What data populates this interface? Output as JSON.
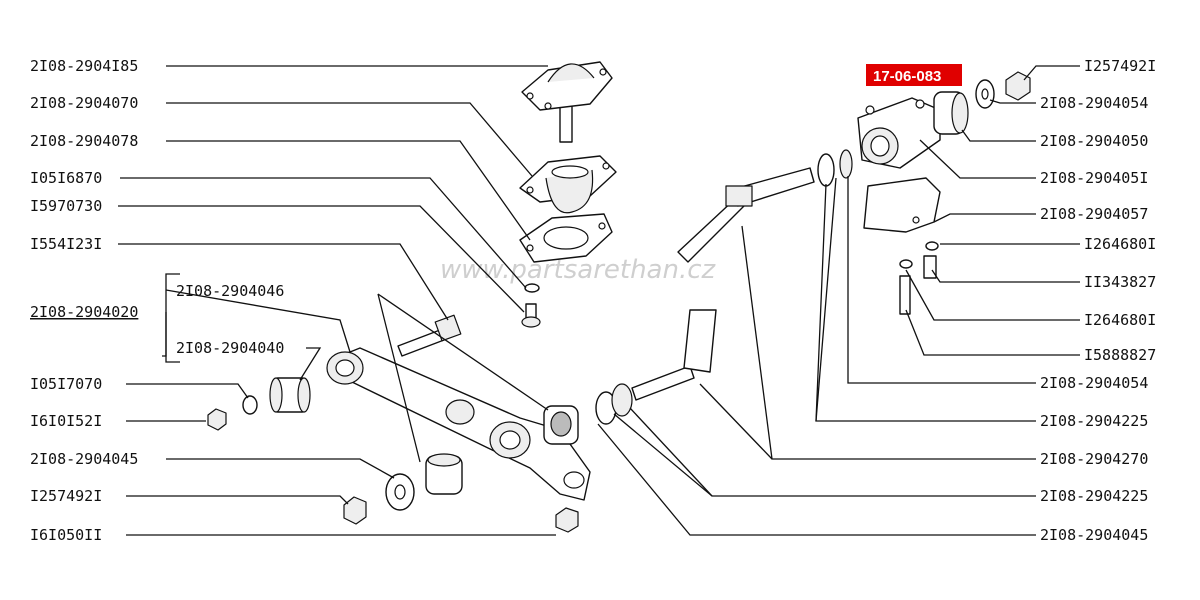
{
  "colors": {
    "badge": "#e00000",
    "ink": "#111111",
    "watermark": "#cfcfcf"
  },
  "badge": {
    "text": "17-06-083"
  },
  "watermark": {
    "text": "www.partsarethan.cz"
  },
  "group": {
    "label": "2I08-2904020",
    "members": [
      "2I08-2904046",
      "2I08-2904040"
    ]
  },
  "left_callouts": [
    "2I08-2904I85",
    "2I08-2904070",
    "2I08-2904078",
    "I05I6870",
    "I5970730",
    "I554I23I",
    "I05I7070",
    "I6I0I52I",
    "2I08-2904045",
    "I257492I",
    "I6I050II"
  ],
  "right_callouts": [
    "I257492I",
    "2I08-2904054",
    "2I08-2904050",
    "2I08-290405I",
    "2I08-2904057",
    "I264680I",
    "II343827",
    "I264680I",
    "I5888827",
    "2I08-2904054",
    "2I08-2904225",
    "2I08-2904270",
    "2I08-2904225",
    "2I08-2904045"
  ]
}
